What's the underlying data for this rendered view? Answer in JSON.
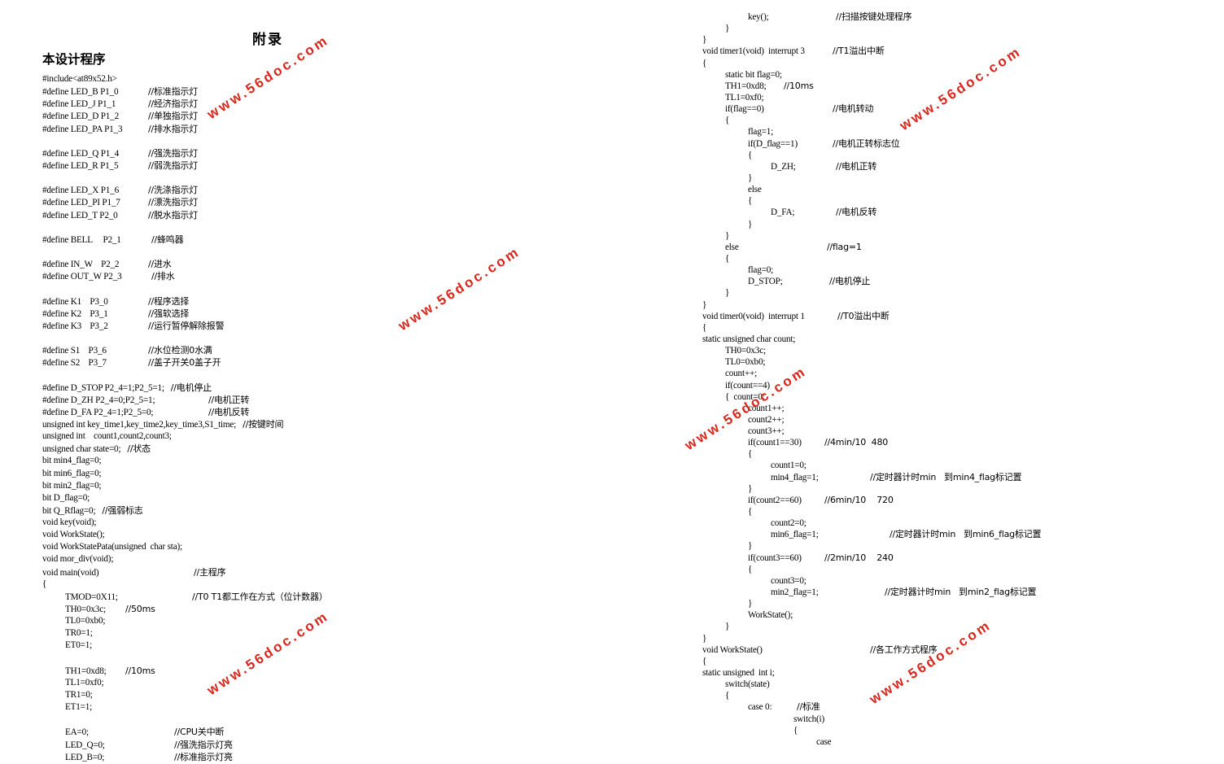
{
  "left_page": {
    "appendix_title": "附录",
    "section_title": "本设计程序",
    "code_lines": [
      {
        "indent": 0,
        "text": "#include<at89x52.h>",
        "comment": ""
      },
      {
        "indent": 0,
        "text": "#define LED_B P1_0",
        "comment": "//标准指示灯"
      },
      {
        "indent": 0,
        "text": "#define LED_J P1_1",
        "comment": "//经济指示灯"
      },
      {
        "indent": 0,
        "text": "#define LED_D P1_2",
        "comment": "//单独指示灯"
      },
      {
        "indent": 0,
        "text": "#define LED_PA P1_3",
        "comment": "//排水指示灯"
      },
      {
        "indent": 0,
        "text": "",
        "comment": ""
      },
      {
        "indent": 0,
        "text": "#define LED_Q P1_4",
        "comment": "//强洗指示灯"
      },
      {
        "indent": 0,
        "text": "#define LED_R P1_5",
        "comment": "//弱洗指示灯"
      },
      {
        "indent": 0,
        "text": "",
        "comment": ""
      },
      {
        "indent": 0,
        "text": "#define LED_X P1_6",
        "comment": "//洗涤指示灯"
      },
      {
        "indent": 0,
        "text": "#define LED_PI P1_7",
        "comment": "//漂洗指示灯"
      },
      {
        "indent": 0,
        "text": "#define LED_T P2_0",
        "comment": "//脱水指示灯"
      },
      {
        "indent": 0,
        "text": "",
        "comment": ""
      },
      {
        "indent": 0,
        "text": "#define BELL     P2_1",
        "comment": "//蜂鸣器"
      },
      {
        "indent": 0,
        "text": "",
        "comment": ""
      },
      {
        "indent": 0,
        "text": "#define IN_W    P2_2",
        "comment": "//进水"
      },
      {
        "indent": 0,
        "text": "#define OUT_W P2_3",
        "comment": "//排水"
      },
      {
        "indent": 0,
        "text": "",
        "comment": ""
      },
      {
        "indent": 0,
        "text": "#define K1    P3_0",
        "comment": "//程序选择"
      },
      {
        "indent": 0,
        "text": "#define K2    P3_1",
        "comment": "//强软选择"
      },
      {
        "indent": 0,
        "text": "#define K3    P3_2",
        "comment": "//运行暂停解除报警"
      },
      {
        "indent": 0,
        "text": "",
        "comment": ""
      },
      {
        "indent": 0,
        "text": "#define S1    P3_6",
        "comment": "//水位检测0水满"
      },
      {
        "indent": 0,
        "text": "#define S2    P3_7",
        "comment": "//盖子开关0盖子开"
      },
      {
        "indent": 0,
        "text": "",
        "comment": ""
      },
      {
        "indent": 0,
        "text": "#define D_STOP P2_4=1;P2_5=1;",
        "comment": "//电机停止"
      },
      {
        "indent": 0,
        "text": "#define D_ZH P2_4=0;P2_5=1;",
        "comment": "//电机正转"
      },
      {
        "indent": 0,
        "text": "#define D_FA P2_4=1;P2_5=0;",
        "comment": "//电机反转"
      },
      {
        "indent": 0,
        "text": "unsigned int key_time1,key_time2,key_time3,S1_time;",
        "comment": "//按键时间"
      },
      {
        "indent": 0,
        "text": "unsigned int    count1,count2,count3;",
        "comment": ""
      },
      {
        "indent": 0,
        "text": "unsigned char state=0;",
        "comment": "//状态"
      },
      {
        "indent": 0,
        "text": "bit min4_flag=0;",
        "comment": ""
      },
      {
        "indent": 0,
        "text": "bit min6_flag=0;",
        "comment": ""
      },
      {
        "indent": 0,
        "text": "bit min2_flag=0;",
        "comment": ""
      },
      {
        "indent": 0,
        "text": "bit D_flag=0;",
        "comment": ""
      },
      {
        "indent": 0,
        "text": "bit Q_Rflag=0;",
        "comment": "//强弱标志"
      },
      {
        "indent": 0,
        "text": "void key(void);",
        "comment": ""
      },
      {
        "indent": 0,
        "text": "void WorkState();",
        "comment": ""
      },
      {
        "indent": 0,
        "text": "void WorkStatePata(unsigned  char sta);",
        "comment": ""
      },
      {
        "indent": 0,
        "text": "void mor_div(void);",
        "comment": ""
      },
      {
        "indent": 0,
        "text": "void main(void)",
        "comment": "//主程序"
      },
      {
        "indent": 0,
        "text": "{",
        "comment": ""
      },
      {
        "indent": 1,
        "text": "TMOD=0X11;",
        "comment": "//T0 T1都工作在方式（位计数器）"
      },
      {
        "indent": 1,
        "text": "TH0=0x3c;",
        "comment": "//50ms"
      },
      {
        "indent": 1,
        "text": "TL0=0xb0;",
        "comment": ""
      },
      {
        "indent": 1,
        "text": "TR0=1;",
        "comment": ""
      },
      {
        "indent": 1,
        "text": "ET0=1;",
        "comment": ""
      },
      {
        "indent": 0,
        "text": "",
        "comment": ""
      },
      {
        "indent": 1,
        "text": "TH1=0xd8;",
        "comment": "//10ms"
      },
      {
        "indent": 1,
        "text": "TL1=0xf0;",
        "comment": ""
      },
      {
        "indent": 1,
        "text": "TR1=0;",
        "comment": ""
      },
      {
        "indent": 1,
        "text": "ET1=1;",
        "comment": ""
      },
      {
        "indent": 0,
        "text": "",
        "comment": ""
      },
      {
        "indent": 1,
        "text": "EA=0;",
        "comment": "//CPU关中断"
      },
      {
        "indent": 1,
        "text": "LED_Q=0;",
        "comment": "//强洗指示灯亮"
      },
      {
        "indent": 1,
        "text": "LED_B=0;",
        "comment": "//标准指示灯亮"
      }
    ]
  },
  "right_page": {
    "code_lines": [
      {
        "indent": 2,
        "text": "key();",
        "comment": "//扫描按键处理程序"
      },
      {
        "indent": 1,
        "text": "}",
        "comment": ""
      },
      {
        "indent": 0,
        "text": "}",
        "comment": ""
      },
      {
        "indent": 0,
        "text": "void timer1(void)  interrupt 3",
        "comment": "//T1溢出中断"
      },
      {
        "indent": 0,
        "text": "{",
        "comment": ""
      },
      {
        "indent": 1,
        "text": "static bit flag=0;",
        "comment": ""
      },
      {
        "indent": 1,
        "text": "TH1=0xd8;",
        "comment": "//10ms"
      },
      {
        "indent": 1,
        "text": "TL1=0xf0;",
        "comment": ""
      },
      {
        "indent": 1,
        "text": "if(flag==0)",
        "comment": "//电机转动"
      },
      {
        "indent": 1,
        "text": "{",
        "comment": ""
      },
      {
        "indent": 2,
        "text": "flag=1;",
        "comment": ""
      },
      {
        "indent": 2,
        "text": "if(D_flag==1)",
        "comment": "//电机正转标志位"
      },
      {
        "indent": 2,
        "text": "{",
        "comment": ""
      },
      {
        "indent": 3,
        "text": "D_ZH;",
        "comment": "//电机正转"
      },
      {
        "indent": 2,
        "text": "}",
        "comment": ""
      },
      {
        "indent": 2,
        "text": "else",
        "comment": ""
      },
      {
        "indent": 2,
        "text": "{",
        "comment": ""
      },
      {
        "indent": 3,
        "text": "D_FA;",
        "comment": "//电机反转"
      },
      {
        "indent": 2,
        "text": "}",
        "comment": ""
      },
      {
        "indent": 1,
        "text": "}",
        "comment": ""
      },
      {
        "indent": 1,
        "text": "else",
        "comment": "//flag=1"
      },
      {
        "indent": 1,
        "text": "{",
        "comment": ""
      },
      {
        "indent": 2,
        "text": "flag=0;",
        "comment": ""
      },
      {
        "indent": 2,
        "text": "D_STOP;",
        "comment": "//电机停止"
      },
      {
        "indent": 1,
        "text": "}",
        "comment": ""
      },
      {
        "indent": 0,
        "text": "}",
        "comment": ""
      },
      {
        "indent": 0,
        "text": "void timer0(void)  interrupt 1",
        "comment": "//T0溢出中断"
      },
      {
        "indent": 0,
        "text": "{",
        "comment": ""
      },
      {
        "indent": 0,
        "text": "static unsigned char count;",
        "comment": ""
      },
      {
        "indent": 1,
        "text": "TH0=0x3c;",
        "comment": ""
      },
      {
        "indent": 1,
        "text": "TL0=0xb0;",
        "comment": ""
      },
      {
        "indent": 1,
        "text": "count++;",
        "comment": ""
      },
      {
        "indent": 1,
        "text": "if(count==4)",
        "comment": ""
      },
      {
        "indent": 1,
        "text": "{  count=0;",
        "comment": ""
      },
      {
        "indent": 2,
        "text": "count1++;",
        "comment": ""
      },
      {
        "indent": 2,
        "text": "count2++;",
        "comment": ""
      },
      {
        "indent": 2,
        "text": "count3++;",
        "comment": ""
      },
      {
        "indent": 2,
        "text": "if(count1==30)",
        "comment": "//4min/10  480"
      },
      {
        "indent": 2,
        "text": "{",
        "comment": ""
      },
      {
        "indent": 3,
        "text": "count1=0;",
        "comment": ""
      },
      {
        "indent": 3,
        "text": "min4_flag=1;",
        "comment": "//定时器计时min   到min4_flag标记置"
      },
      {
        "indent": 2,
        "text": "}",
        "comment": ""
      },
      {
        "indent": 2,
        "text": "if(count2==60)",
        "comment": "//6min/10    720"
      },
      {
        "indent": 2,
        "text": "{",
        "comment": ""
      },
      {
        "indent": 3,
        "text": "count2=0;",
        "comment": ""
      },
      {
        "indent": 3,
        "text": "min6_flag=1;",
        "comment": "//定时器计时min   到min6_flag标记置"
      },
      {
        "indent": 2,
        "text": "}",
        "comment": ""
      },
      {
        "indent": 2,
        "text": "if(count3==60)",
        "comment": "//2min/10    240"
      },
      {
        "indent": 2,
        "text": "{",
        "comment": ""
      },
      {
        "indent": 3,
        "text": "count3=0;",
        "comment": ""
      },
      {
        "indent": 3,
        "text": "min2_flag=1;",
        "comment": "//定时器计时min   到min2_flag标记置"
      },
      {
        "indent": 2,
        "text": "}",
        "comment": ""
      },
      {
        "indent": 2,
        "text": "WorkState();",
        "comment": ""
      },
      {
        "indent": 1,
        "text": "}",
        "comment": ""
      },
      {
        "indent": 0,
        "text": "}",
        "comment": ""
      },
      {
        "indent": 0,
        "text": "void WorkState()",
        "comment": "//各工作方式程序"
      },
      {
        "indent": 0,
        "text": "{",
        "comment": ""
      },
      {
        "indent": 0,
        "text": "static unsigned  int i;",
        "comment": ""
      },
      {
        "indent": 1,
        "text": "switch(state)",
        "comment": ""
      },
      {
        "indent": 1,
        "text": "{",
        "comment": ""
      },
      {
        "indent": 2,
        "text": "case 0:",
        "comment": "//标准"
      },
      {
        "indent": 4,
        "text": "switch(i)",
        "comment": ""
      },
      {
        "indent": 4,
        "text": "{",
        "comment": ""
      },
      {
        "indent": 5,
        "text": "case",
        "comment": ""
      }
    ]
  },
  "watermarks": [
    "www.56doc.com",
    "www.56doc.com",
    "www.56doc.com",
    "www.56doc.com",
    "www.56doc.com",
    "www.56doc.com"
  ],
  "colors": {
    "watermark": "#d9261c",
    "text": "#000000",
    "background": "#ffffff"
  }
}
